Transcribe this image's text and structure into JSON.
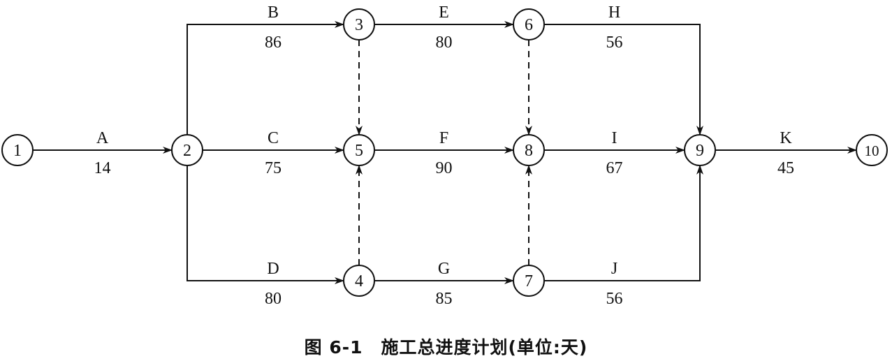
{
  "caption": "图 6-1　施工总进度计划(单位:天)",
  "nodes": [
    "1",
    "2",
    "3",
    "4",
    "5",
    "6",
    "7",
    "8",
    "9",
    "10"
  ],
  "activities": [
    {
      "from": "1",
      "to": "2",
      "name": "A",
      "duration": "14"
    },
    {
      "from": "2",
      "to": "3",
      "name": "B",
      "duration": "86"
    },
    {
      "from": "2",
      "to": "5",
      "name": "C",
      "duration": "75"
    },
    {
      "from": "2",
      "to": "4",
      "name": "D",
      "duration": "80"
    },
    {
      "from": "3",
      "to": "6",
      "name": "E",
      "duration": "80"
    },
    {
      "from": "5",
      "to": "8",
      "name": "F",
      "duration": "90"
    },
    {
      "from": "4",
      "to": "7",
      "name": "G",
      "duration": "85"
    },
    {
      "from": "6",
      "to": "9",
      "name": "H",
      "duration": "56"
    },
    {
      "from": "8",
      "to": "9",
      "name": "I",
      "duration": "67"
    },
    {
      "from": "7",
      "to": "9",
      "name": "J",
      "duration": "56"
    },
    {
      "from": "9",
      "to": "10",
      "name": "K",
      "duration": "45"
    }
  ],
  "dummies": [
    {
      "from": "3",
      "to": "5"
    },
    {
      "from": "4",
      "to": "5"
    },
    {
      "from": "6",
      "to": "8"
    },
    {
      "from": "7",
      "to": "8"
    }
  ]
}
